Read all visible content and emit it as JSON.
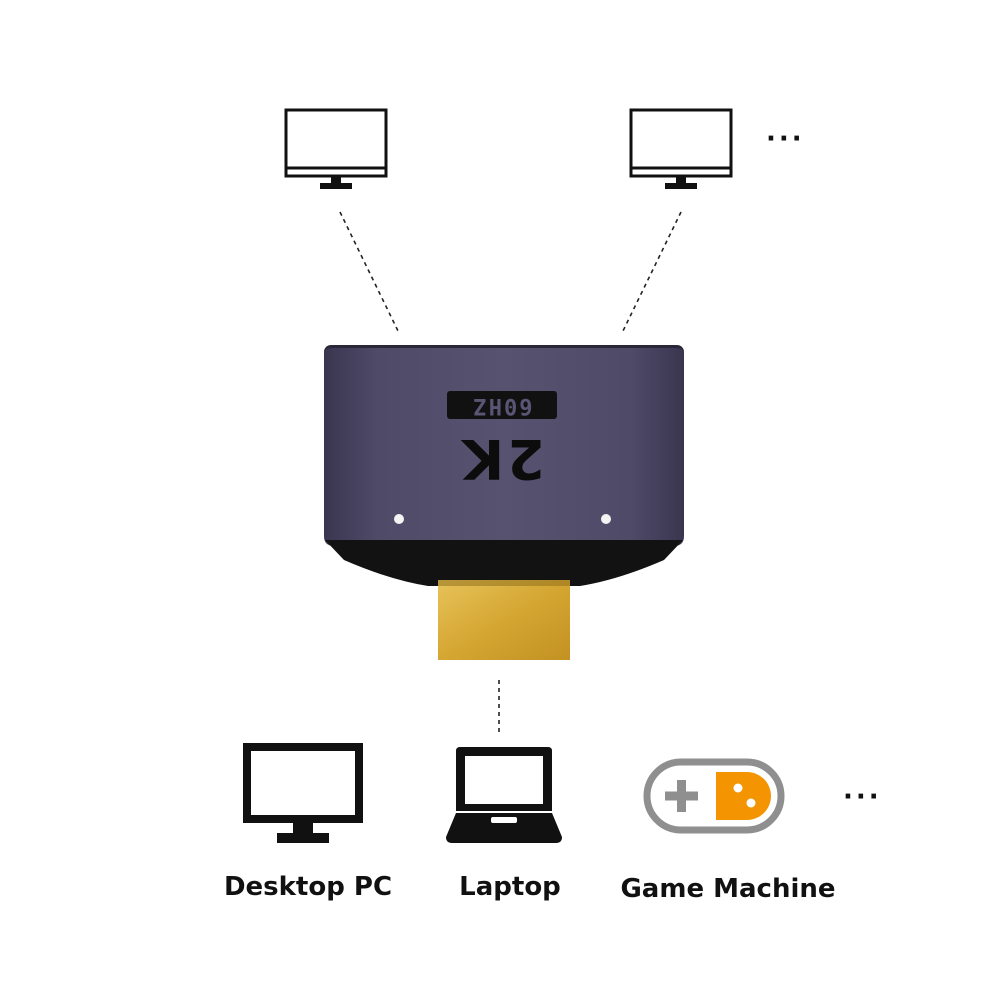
{
  "colors": {
    "adapter_body": "#4d4866",
    "adapter_shadow": "#121212",
    "connector_gold": "#d8ac3a",
    "icon_stroke": "#111111",
    "gamepad_outline": "#8f8f8f",
    "gamepad_orange": "#f39400"
  },
  "adapter": {
    "resolution": "2K",
    "refresh": "60HZ"
  },
  "outputs": {
    "ellipsis": "···"
  },
  "inputs": {
    "devices": [
      {
        "label": "Desktop PC",
        "icon": "desktop-monitor-icon"
      },
      {
        "label": "Laptop",
        "icon": "laptop-icon"
      },
      {
        "label": "Game Machine",
        "icon": "gamepad-icon"
      }
    ],
    "ellipsis": "···"
  }
}
